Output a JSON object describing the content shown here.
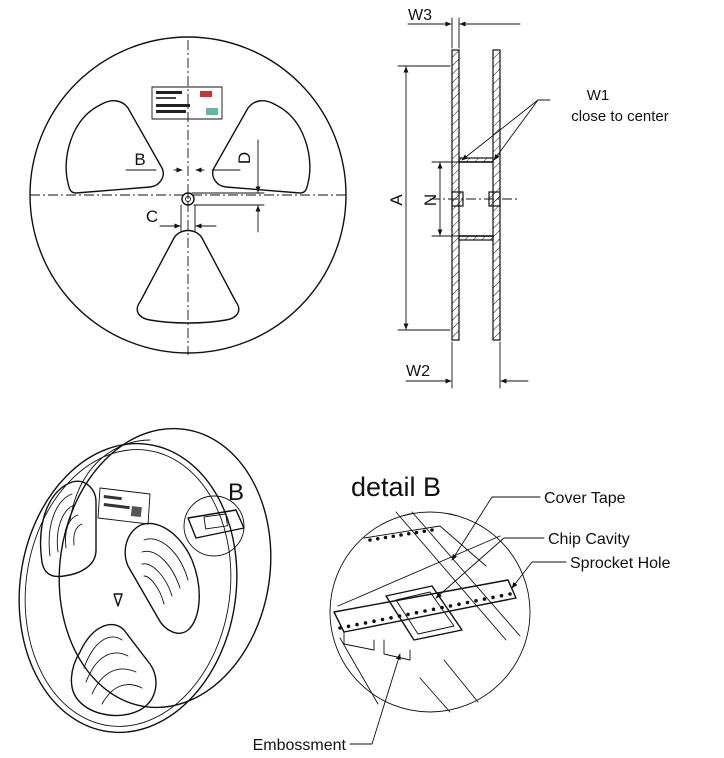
{
  "front_view": {
    "label_b": "B",
    "label_c": "C",
    "label_d": "D"
  },
  "side_view": {
    "label_w3": "W3",
    "label_w1": "W1",
    "label_w1_note": "close to center",
    "label_a": "A",
    "label_n": "N",
    "label_w2": "W2"
  },
  "reel_3d": {
    "label_b": "B"
  },
  "detail": {
    "title": "detail B",
    "cover_tape": "Cover Tape",
    "chip_cavity": "Chip Cavity",
    "sprocket_hole": "Sprocket Hole",
    "embossment": "Embossment"
  }
}
